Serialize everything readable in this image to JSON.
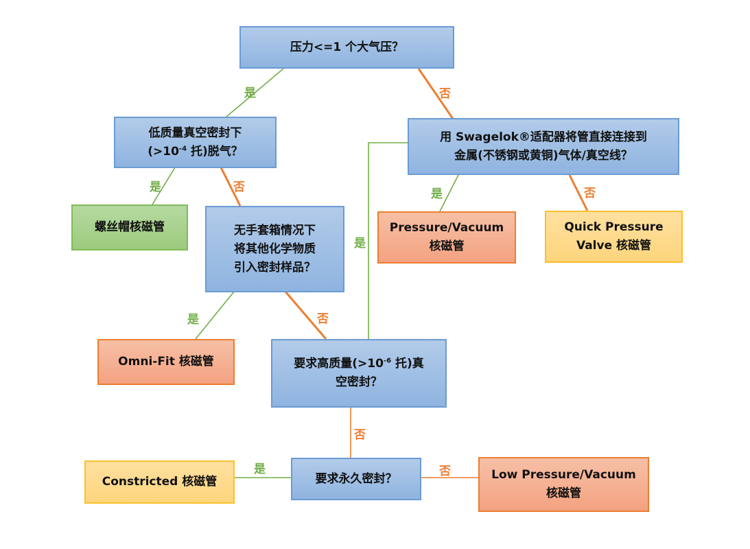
{
  "colors": {
    "yes_line": "#70ad47",
    "no_line": "#ed7d31",
    "question_fill": "#9dbde4",
    "question_border": "#6a9bd3",
    "green_fill": "#a9d18e",
    "orange_fill": "#f4b183",
    "yellow_fill": "#ffd97f"
  },
  "nodes": {
    "q_pressure": {
      "text": "压力<=1 个大气压？"
    },
    "q_lowvac": {
      "line1": "低质量真空密封下",
      "line2_pre": "(>10",
      "line2_sup": "-4",
      "line2_post": " 托)脱气？"
    },
    "q_swagelok": {
      "line1": "用 Swagelok®适配器将管直接连接到",
      "line2": "金属(不锈钢或黄铜)气体/真空线？"
    },
    "r_screwcap": {
      "text": "螺丝帽核磁管"
    },
    "q_glovebox": {
      "line1": "无手套箱情况下",
      "line2": "将其他化学物质",
      "line3": "引入密封样品？"
    },
    "r_pressure_vacuum": {
      "line1": "Pressure/Vacuum",
      "line2": "核磁管"
    },
    "r_quick_pressure": {
      "line1": "Quick Pressure",
      "line2": "Valve 核磁管"
    },
    "r_omnifit": {
      "text": "Omni-Fit 核磁管"
    },
    "q_highvac": {
      "line1_pre": "要求高质量(>10",
      "line1_sup": "-6",
      "line1_post": " 托)真",
      "line2": "空密封？"
    },
    "q_permanent": {
      "text": "要求永久密封？"
    },
    "r_constricted": {
      "text": "Constricted 核磁管"
    },
    "r_lowpressure": {
      "line1": "Low Pressure/Vacuum",
      "line2": "核磁管"
    }
  },
  "edge_labels": {
    "yes": "是",
    "no": "否"
  }
}
